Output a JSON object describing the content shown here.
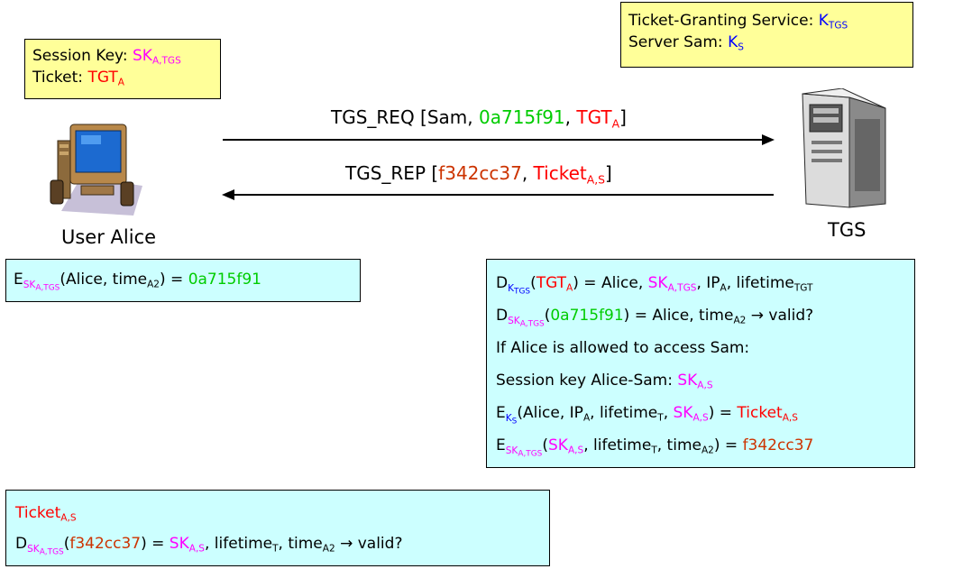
{
  "alice_box": {
    "session_key_label": "Session Key: ",
    "sk_a_tgs": "SK",
    "sk_a_tgs_sub": "A,TGS",
    "ticket_label": "Ticket: ",
    "tgt": "TGT",
    "tgt_sub": "A"
  },
  "tgs_box": {
    "service_label": "Ticket-Granting Service: ",
    "k": "K",
    "k_tgs_sub": "TGS",
    "server_label": "Server Sam: ",
    "k_s_sub": "S"
  },
  "messages": {
    "req_prefix": "TGS_REQ [Sam, ",
    "req_auth": "0a715f91",
    "sep": ", ",
    "req_tgt": "TGT",
    "req_tgt_sub": "A",
    "close": "]",
    "rep_prefix": "TGS_REP [",
    "rep_auth": "f342cc37",
    "rep_ticket": "Ticket",
    "rep_ticket_sub": "A,S"
  },
  "labels": {
    "alice": "User Alice",
    "tgs": "TGS"
  },
  "alice_encrypt": {
    "e": "E",
    "sk": "SK",
    "sk_sub": "A,TGS",
    "args": "(Alice, time",
    "time_sub": "A2",
    "eq": ") = ",
    "result": "0a715f91"
  },
  "tgs_steps": {
    "l1_d": "D",
    "l1_k": "K",
    "l1_k_sub": "TGS",
    "l1_open": "(",
    "l1_tgt": "TGT",
    "l1_tgt_sub": "A",
    "l1_mid": ") = Alice, ",
    "l1_sk": "SK",
    "l1_sk_sub": "A,TGS",
    "l1_ip": ", IP",
    "l1_ip_sub": "A",
    "l1_life": ", lifetime",
    "l1_life_sub": "TGT",
    "l2_d": "D",
    "l2_sk": "SK",
    "l2_sk_sub": "A,TGS",
    "l2_open": "(",
    "l2_auth": "0a715f91",
    "l2_mid": ") = Alice, time",
    "l2_time_sub": "A2",
    "l2_end": " → valid?",
    "l3": "If Alice is allowed to access Sam:",
    "l4_text": "Session key Alice-Sam: ",
    "l4_sk": "SK",
    "l4_sk_sub": "A,S",
    "l5_e": "E",
    "l5_k": "K",
    "l5_k_sub": "S",
    "l5_args": "(Alice, IP",
    "l5_ip_sub": "A",
    "l5_life": ", lifetime",
    "l5_life_sub": "T",
    "l5_comma": ", ",
    "l5_sk": "SK",
    "l5_sk_sub": "A,S",
    "l5_eq": ") = ",
    "l5_ticket": "Ticket",
    "l5_ticket_sub": "A,S",
    "l6_e": "E",
    "l6_sk": "SK",
    "l6_sk_sub": "A,TGS",
    "l6_open": "(",
    "l6_sk2": "SK",
    "l6_sk2_sub": "A,S",
    "l6_life": ", lifetime",
    "l6_life_sub": "T",
    "l6_time": ", time",
    "l6_time_sub": "A2",
    "l6_eq": ") = ",
    "l6_result": "f342cc37"
  },
  "alice_decrypt": {
    "ticket": "Ticket",
    "ticket_sub": "A,S",
    "d": "D",
    "sk": "SK",
    "sk_sub": "A,TGS",
    "open": "(",
    "auth": "f342cc37",
    "mid": ") = ",
    "sk2": "SK",
    "sk2_sub": "A,S",
    "life": ", lifetime",
    "life_sub": "T",
    "time": ", time",
    "time_sub": "A2",
    "end": " → valid?"
  },
  "colors": {
    "session_key": "#ff00ff",
    "ticket": "#ff0000",
    "authenticator": "#00cc00",
    "server_key": "#0000ff",
    "reply": "#cc3300",
    "yellow_box": "#ffff99",
    "cyan_box": "#ccffff"
  }
}
